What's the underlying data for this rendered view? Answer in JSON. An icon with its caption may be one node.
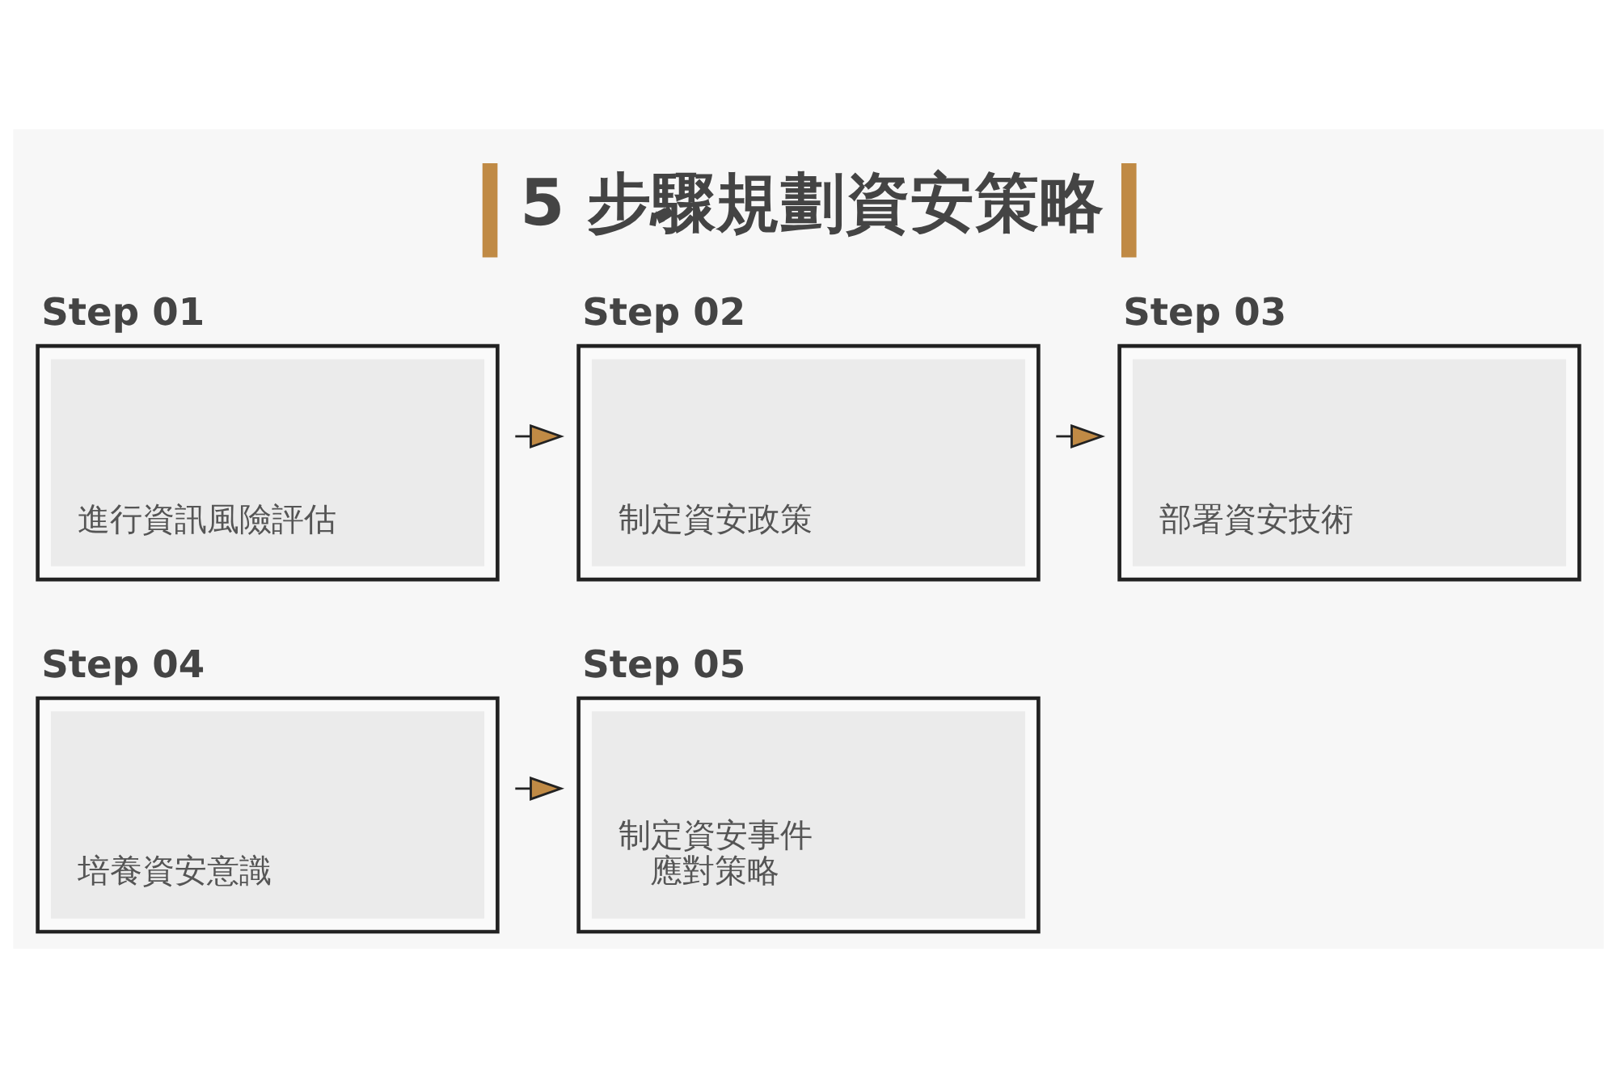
{
  "diagram": {
    "title": "5 步驟規劃資安策略",
    "nodes": [
      {
        "text": [
          "Step 01",
          "進行資訊風險評估"
        ]
      },
      {
        "text": [
          "Step 02",
          "制定資安政策"
        ]
      },
      {
        "text": [
          "Step 03",
          "部署資安技術"
        ]
      },
      {
        "text": [
          "Step 04",
          "培養資安意識"
        ]
      },
      {
        "text": [
          "Step 05",
          "制定資安事件應對策略"
        ]
      }
    ],
    "edges": [
      {
        "from": 0,
        "to": 1,
        "arrow": "to"
      },
      {
        "from": 1,
        "to": 2,
        "arrow": "to"
      },
      {
        "from": 3,
        "to": 4,
        "arrow": "to"
      }
    ]
  }
}
